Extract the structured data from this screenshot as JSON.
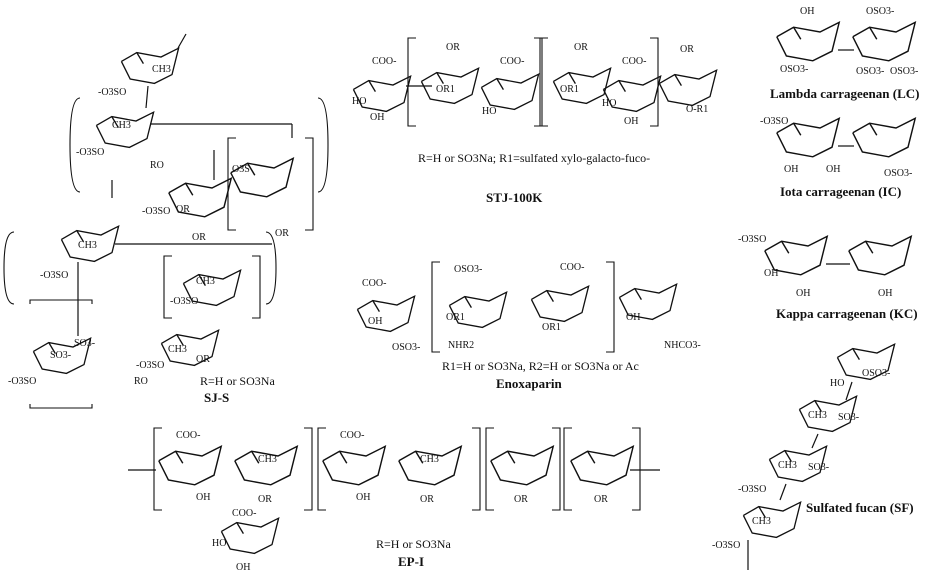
{
  "compounds": {
    "sjs": {
      "name": "SJ-S",
      "note": "R=H or SO3Na",
      "groups": [
        "-O3SO",
        "CH3",
        "-O3SO",
        "CH3",
        "RO",
        "-O3SO",
        "OR",
        "OR",
        "-O3SO",
        "CH3",
        "-O3SO",
        "CH3",
        "OR",
        "RO",
        "-O3SO",
        "CH3",
        "-O3SO",
        "SO3-",
        "O3S",
        "SO3-",
        "OR"
      ]
    },
    "stj": {
      "name": "STJ-100K",
      "note": "R=H or SO3Na; R1=sulfated xylo-galacto-fuco-",
      "groups": [
        "COO-",
        "HO",
        "OH",
        "OR",
        "OR1",
        "COO-",
        "HO",
        "OR",
        "OR1",
        "COO-",
        "HO",
        "OH",
        "OR",
        "O-R1"
      ]
    },
    "enox": {
      "name": "Enoxaparin",
      "note": "R1=H or SO3Na, R2=H or SO3Na or Ac",
      "groups": [
        "COO-",
        "OH",
        "OSO3-",
        "OSO3-",
        "OR1",
        "NHR2",
        "COO-",
        "OR1",
        "OH",
        "NHCO3-"
      ]
    },
    "epi": {
      "name": "EP-I",
      "note": "R=H or SO3Na",
      "groups": [
        "COO-",
        "OH",
        "CH3",
        "OR",
        "COO-",
        "HO",
        "OH",
        "COO-",
        "OH",
        "CH3",
        "OR",
        "OR",
        "OR"
      ]
    },
    "lc": {
      "name": "Lambda carrageenan (LC)",
      "groups": [
        "OH",
        "OSO3-",
        "OSO3-",
        "OSO3-",
        "OSO3-"
      ]
    },
    "ic": {
      "name": "Iota carrageenan (IC)",
      "groups": [
        "-O3SO",
        "OH",
        "OH",
        "OSO3-"
      ]
    },
    "kc": {
      "name": "Kappa carrageenan (KC)",
      "groups": [
        "-O3SO",
        "OH",
        "OH",
        "OH"
      ]
    },
    "sf": {
      "name": "Sulfated fucan (SF)",
      "groups": [
        "HO",
        "OSO3-",
        "CH3",
        "SO3-",
        "CH3",
        "SO3-",
        "-O3SO",
        "CH3",
        "-O3SO"
      ]
    }
  }
}
